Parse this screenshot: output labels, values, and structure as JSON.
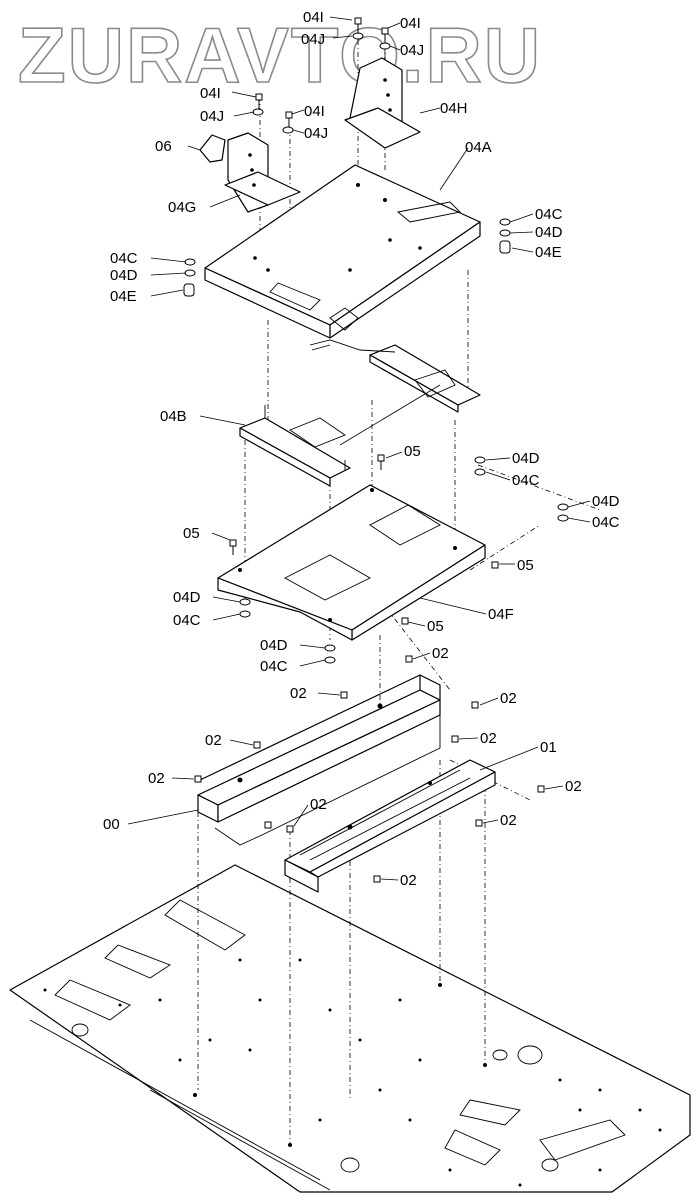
{
  "watermark": "ZURAVTO.RU",
  "labels": {
    "l00": "00",
    "l01": "01",
    "l02a": "02",
    "l02b": "02",
    "l02c": "02",
    "l02d": "02",
    "l02e": "02",
    "l02f": "02",
    "l02g": "02",
    "l02h": "02",
    "l02i": "02",
    "l02j": "02",
    "l04A": "04A",
    "l04B": "04B",
    "l04Ca": "04C",
    "l04Cb": "04C",
    "l04Cc": "04C",
    "l04Cd": "04C",
    "l04Ce": "04C",
    "l04Cf": "04C",
    "l04Da": "04D",
    "l04Db": "04D",
    "l04Dc": "04D",
    "l04Dd": "04D",
    "l04De": "04D",
    "l04Df": "04D",
    "l04Ea": "04E",
    "l04Eb": "04E",
    "l04F": "04F",
    "l04G": "04G",
    "l04H": "04H",
    "l04Ia": "04I",
    "l04Ib": "04I",
    "l04Ic": "04I",
    "l04Id": "04I",
    "l04Ja": "04J",
    "l04Jb": "04J",
    "l04Jc": "04J",
    "l04Jd": "04J",
    "l05a": "05",
    "l05b": "05",
    "l05c": "05",
    "l05d": "05",
    "l06": "06"
  }
}
